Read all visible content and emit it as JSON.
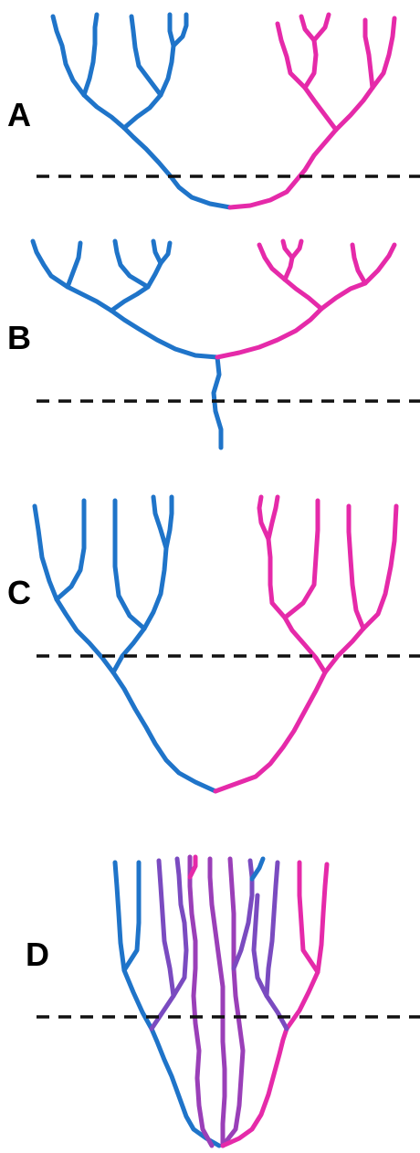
{
  "panels": [
    {
      "label": "A"
    },
    {
      "label": "B"
    },
    {
      "label": "C"
    },
    {
      "label": "D"
    }
  ],
  "colors": {
    "lineage_1": "#1f74c9",
    "lineage_2": "#e52aa9",
    "mixed": "#9a3fb8",
    "dashed_line": "#111111"
  }
}
